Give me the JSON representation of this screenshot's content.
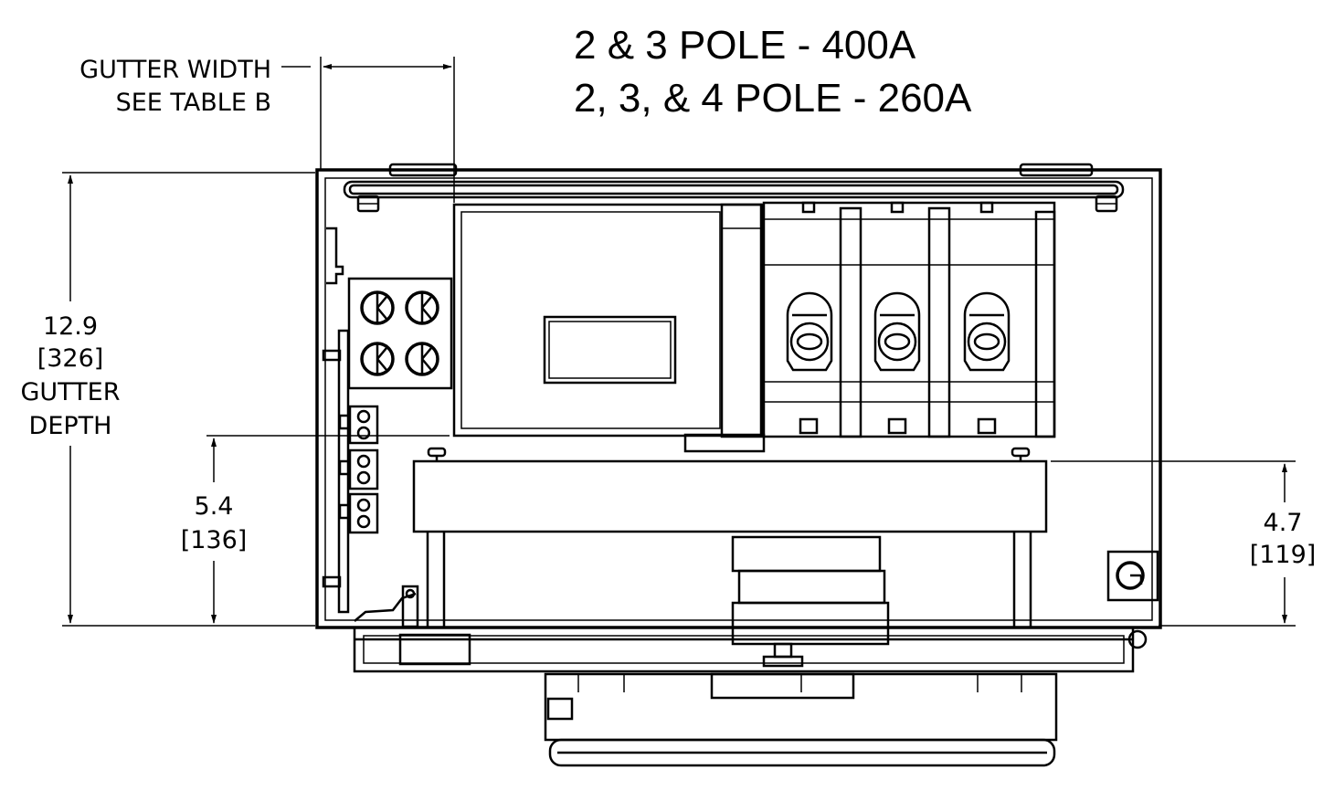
{
  "title": {
    "line1": "2 & 3 POLE - 400A",
    "line2": "2, 3, & 4 POLE - 260A"
  },
  "gutter_width": {
    "line1": "GUTTER WIDTH",
    "line2": "SEE TABLE B"
  },
  "gutter_depth": {
    "value_in": "12.9",
    "value_mm": "[326]",
    "label1": "GUTTER",
    "label2": "DEPTH"
  },
  "dim_left_lower": {
    "value_in": "5.4",
    "value_mm": "[136]"
  },
  "dim_right_lower": {
    "value_in": "4.7",
    "value_mm": "[119]"
  },
  "ground_symbol_icon": "ground-lug-icon"
}
